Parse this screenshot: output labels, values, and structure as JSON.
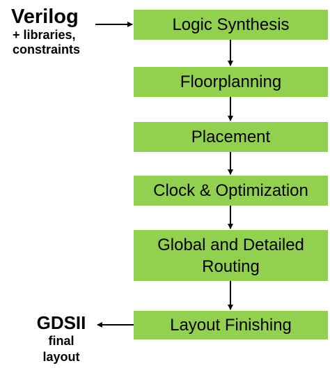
{
  "input": {
    "title": "Verilog",
    "line1": "+ libraries,",
    "line2": "constraints"
  },
  "steps": [
    {
      "label": "Logic Synthesis"
    },
    {
      "label": "Floorplanning"
    },
    {
      "label": "Placement"
    },
    {
      "label": "Clock & Optimization"
    },
    {
      "label": "Global and Detailed Routing"
    },
    {
      "label": "Layout Finishing"
    }
  ],
  "output": {
    "title": "GDSII",
    "line1": "final",
    "line2": "layout"
  },
  "colors": {
    "box_fill": "#92d050",
    "text": "#000000",
    "arrow": "#000000"
  }
}
